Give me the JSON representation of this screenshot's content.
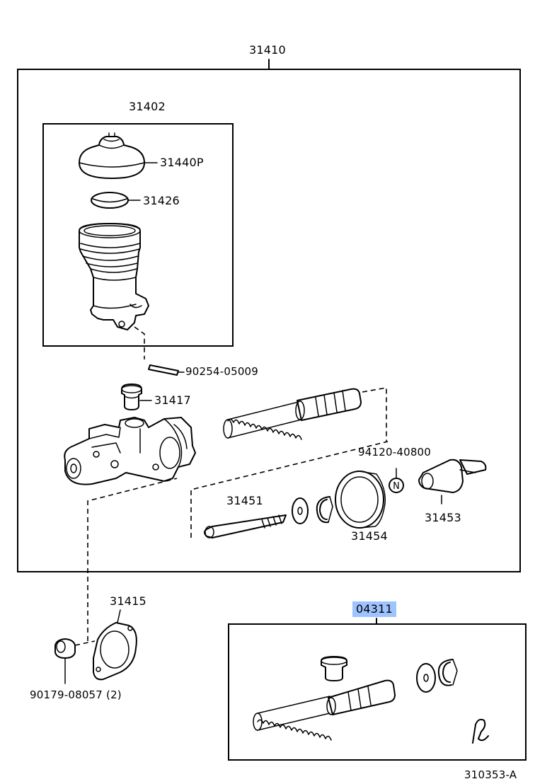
{
  "labels": {
    "assembly": "31410",
    "reservoir_set": "31402",
    "cap": "31440P",
    "gasket": "31426",
    "pin": "90254-05009",
    "grommet": "31417",
    "nut_part": "94120-40800",
    "push_rod": "31451",
    "boot": "31454",
    "clevis": "31453",
    "gasket_flange": "31415",
    "nut": "90179-08057 (2)",
    "repair_kit": "04311",
    "diagram_code": "310353-A"
  },
  "symbols": {
    "non_reusable": "N"
  }
}
